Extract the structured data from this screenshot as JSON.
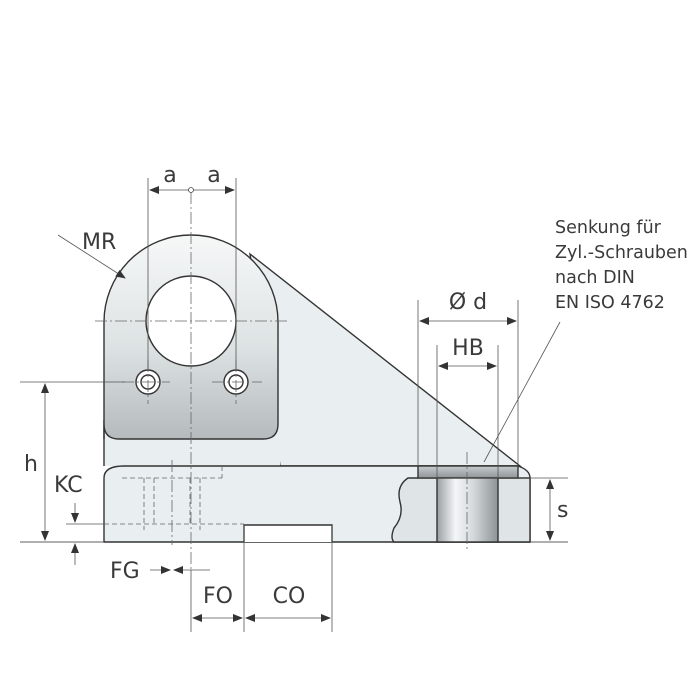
{
  "labels": {
    "a_left": "a",
    "a_right": "a",
    "mr": "MR",
    "h": "h",
    "kc": "KC",
    "fg": "FG",
    "fo": "FO",
    "co": "CO",
    "od": "Ø d",
    "hb": "HB",
    "s": "s"
  },
  "note": {
    "line1": "Senkung für",
    "line2": "Zyl.-Schrauben",
    "line3": "nach DIN",
    "line4": "EN ISO 4762"
  },
  "colors": {
    "body_fill": "#e9eff0",
    "lug_top": "#f4f6f6",
    "lug_bottom": "#b9bdbf",
    "outline": "#333333",
    "text": "#3a3a3a"
  }
}
